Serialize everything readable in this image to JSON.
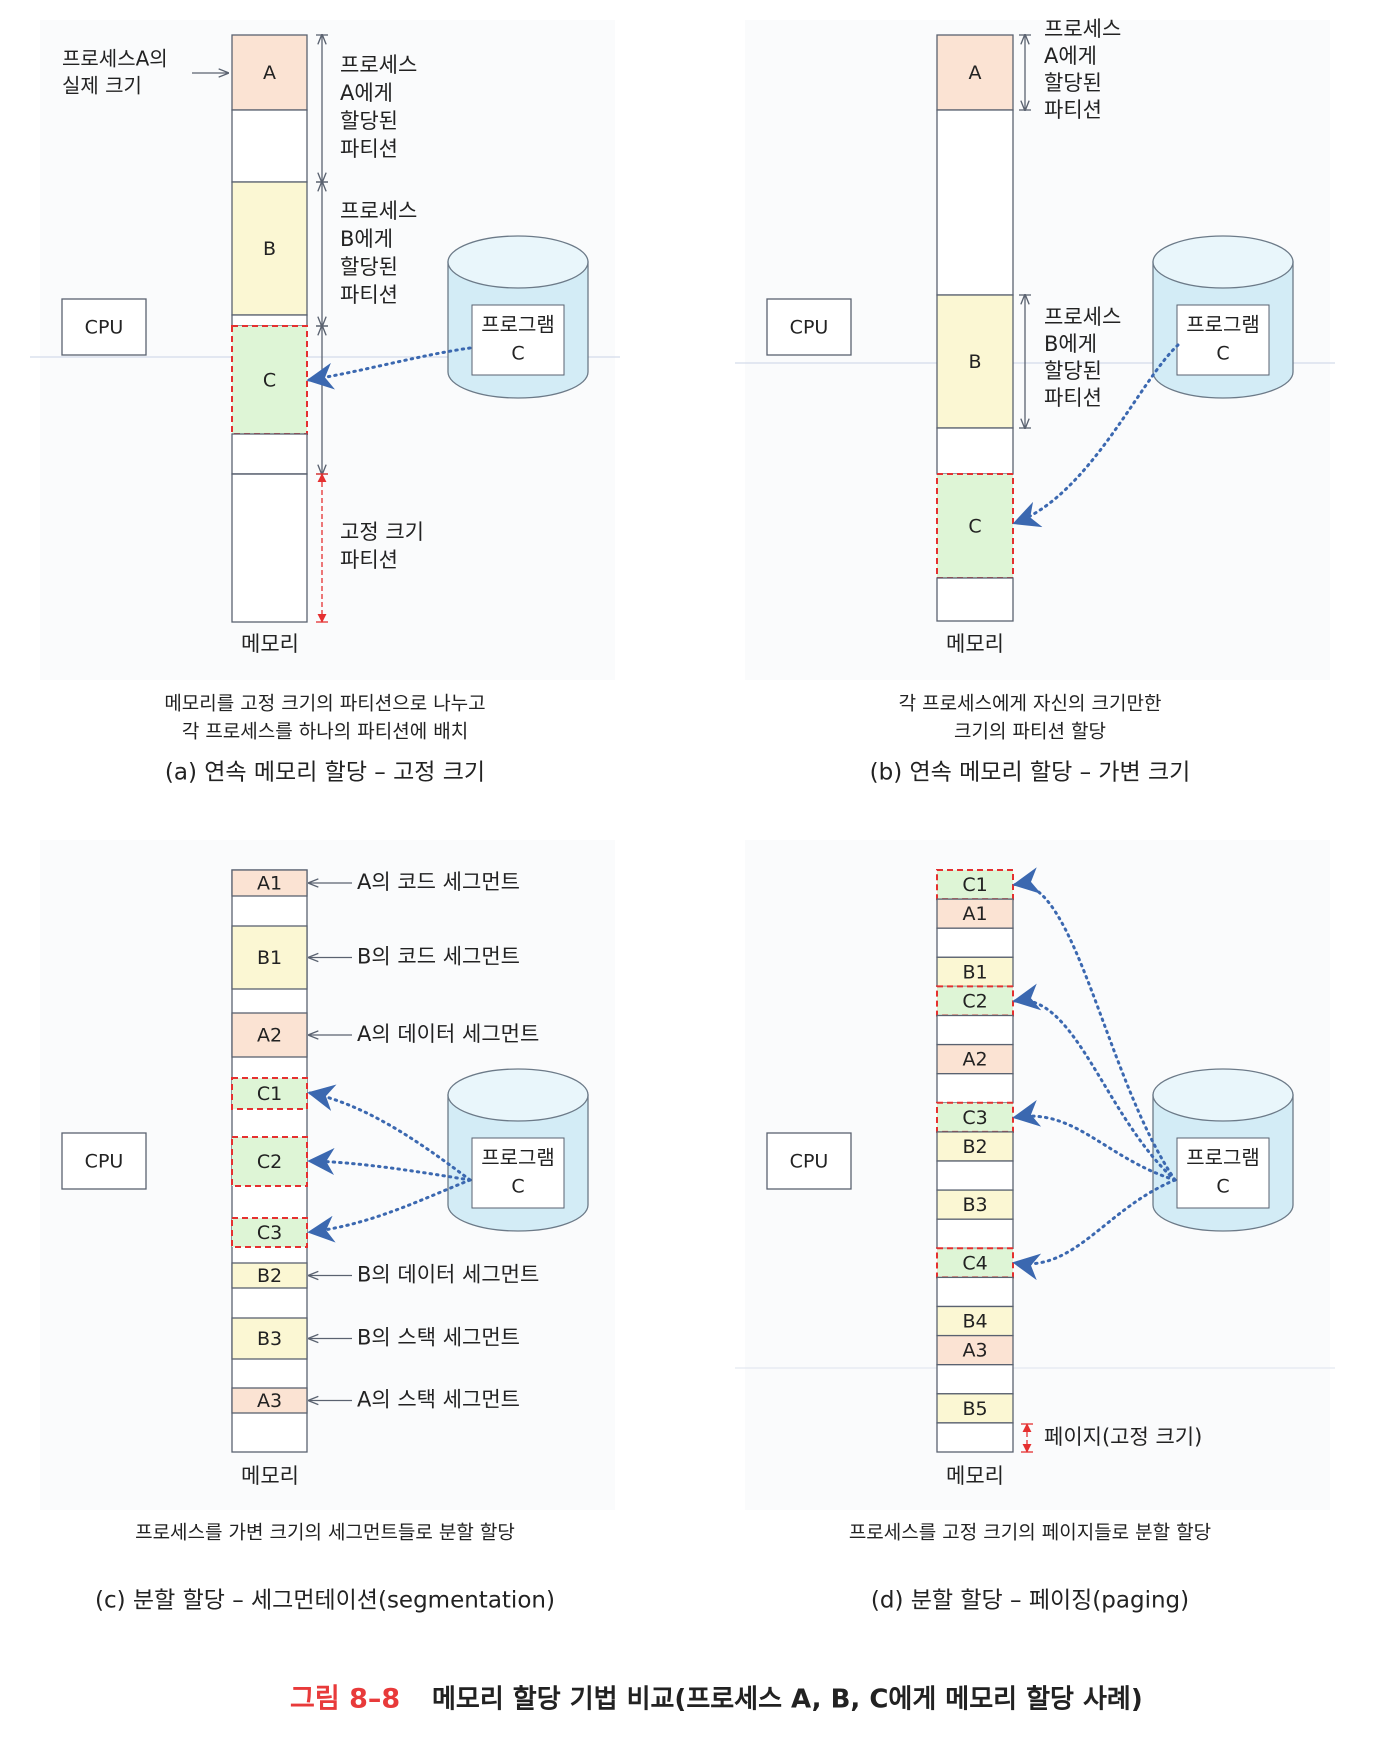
{
  "colors": {
    "process_a": "#fbe3d3",
    "process_b": "#fbf7d3",
    "process_c": "#def5d6",
    "empty": "#ffffff",
    "border": "#5a6270",
    "c_border": "#e53030",
    "arrow": "#3b68b0",
    "disk_fill": "#d3ecf6",
    "disk_stroke": "#6c7a88",
    "red_caption": "#e83a3a",
    "panel_bg": "#fafbfc"
  },
  "common": {
    "cpu": "CPU",
    "memory": "메모리",
    "disk_line1": "프로그램",
    "disk_line2": "C"
  },
  "panel_a": {
    "blocks": {
      "a": "A",
      "b": "B",
      "c": "C"
    },
    "actual_size_label": [
      "프로세스A의",
      "실제 크기"
    ],
    "partition_a_label": [
      "프로세스",
      "A에게",
      "할당된",
      "파티션"
    ],
    "partition_b_label": [
      "프로세스",
      "B에게",
      "할당된",
      "파티션"
    ],
    "fixed_partition_label": [
      "고정 크기",
      "파티션"
    ],
    "desc": [
      "메모리를 고정 크기의 파티션으로 나누고",
      "각 프로세스를 하나의 파티션에 배치"
    ],
    "caption": "(a) 연속 메모리 할당 – 고정 크기"
  },
  "panel_b": {
    "blocks": {
      "a": "A",
      "b": "B",
      "c": "C"
    },
    "partition_a_label": [
      "프로세스",
      "A에게",
      "할당된",
      "파티션"
    ],
    "partition_b_label": [
      "프로세스",
      "B에게",
      "할당된",
      "파티션"
    ],
    "desc": [
      "각 프로세스에게 자신의 크기만한",
      "크기의 파티션 할당"
    ],
    "caption": "(b) 연속 메모리 할당 – 가변 크기"
  },
  "panel_c": {
    "segments": [
      {
        "label": "A1",
        "kind": "a",
        "desc": "A의 코드 세그먼트"
      },
      {
        "label": "B1",
        "kind": "b",
        "desc": "B의 코드 세그먼트"
      },
      {
        "label": "A2",
        "kind": "a",
        "desc": "A의 데이터 세그먼트"
      },
      {
        "label": "C1",
        "kind": "c",
        "desc": ""
      },
      {
        "label": "C2",
        "kind": "c",
        "desc": ""
      },
      {
        "label": "C3",
        "kind": "c",
        "desc": ""
      },
      {
        "label": "B2",
        "kind": "b",
        "desc": "B의 데이터 세그먼트"
      },
      {
        "label": "B3",
        "kind": "b",
        "desc": "B의 스택 세그먼트"
      },
      {
        "label": "A3",
        "kind": "a",
        "desc": "A의 스택 세그먼트"
      }
    ],
    "desc": [
      "프로세스를 가변 크기의 세그먼트들로 분할 할당"
    ],
    "caption": "(c) 분할 할당 – 세그먼테이션(segmentation)"
  },
  "panel_d": {
    "pages": [
      {
        "label": "C1",
        "kind": "c"
      },
      {
        "label": "A1",
        "kind": "a"
      },
      {
        "label": "",
        "kind": "empty"
      },
      {
        "label": "B1",
        "kind": "b"
      },
      {
        "label": "C2",
        "kind": "c"
      },
      {
        "label": "",
        "kind": "empty"
      },
      {
        "label": "A2",
        "kind": "a"
      },
      {
        "label": "",
        "kind": "empty"
      },
      {
        "label": "C3",
        "kind": "c"
      },
      {
        "label": "B2",
        "kind": "b"
      },
      {
        "label": "",
        "kind": "empty"
      },
      {
        "label": "B3",
        "kind": "b"
      },
      {
        "label": "",
        "kind": "empty"
      },
      {
        "label": "C4",
        "kind": "c"
      },
      {
        "label": "",
        "kind": "empty"
      },
      {
        "label": "B4",
        "kind": "b"
      },
      {
        "label": "A3",
        "kind": "a"
      },
      {
        "label": "",
        "kind": "empty"
      },
      {
        "label": "B5",
        "kind": "b"
      },
      {
        "label": "",
        "kind": "empty"
      }
    ],
    "page_size_label": "페이지(고정 크기)",
    "desc": [
      "프로세스를 고정 크기의 페이지들로 분할 할당"
    ],
    "caption": "(d) 분할 할당 – 페이징(paging)"
  },
  "figure_caption": {
    "number": "그림 8–8",
    "text": "메모리 할당 기법 비교(프로세스 A, B, C에게 메모리 할당 사례)"
  }
}
